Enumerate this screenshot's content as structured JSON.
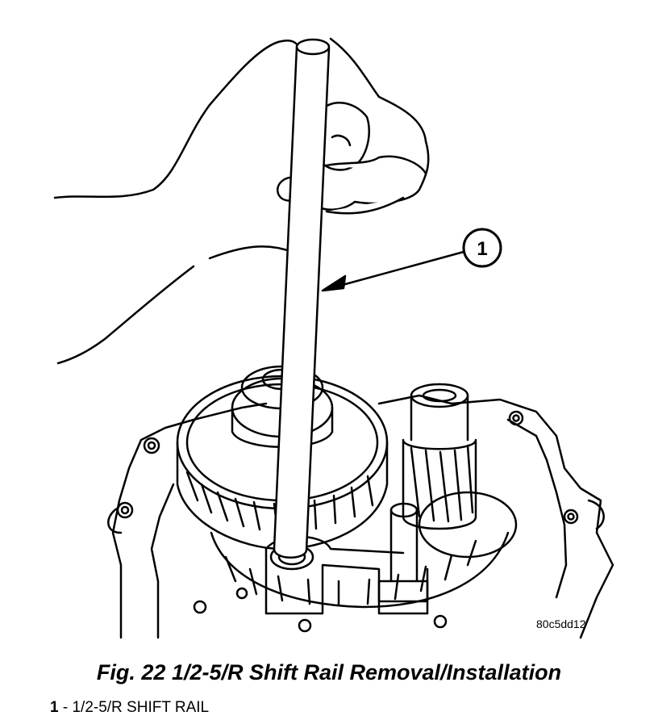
{
  "figure": {
    "reference_code": "80c5dd12",
    "caption": "Fig. 22 1/2-5/R Shift Rail Removal/Installation",
    "callout_number": "1",
    "legend": [
      {
        "number": "1",
        "separator": " - ",
        "text": "1/2-5/R SHIFT RAIL"
      }
    ]
  }
}
